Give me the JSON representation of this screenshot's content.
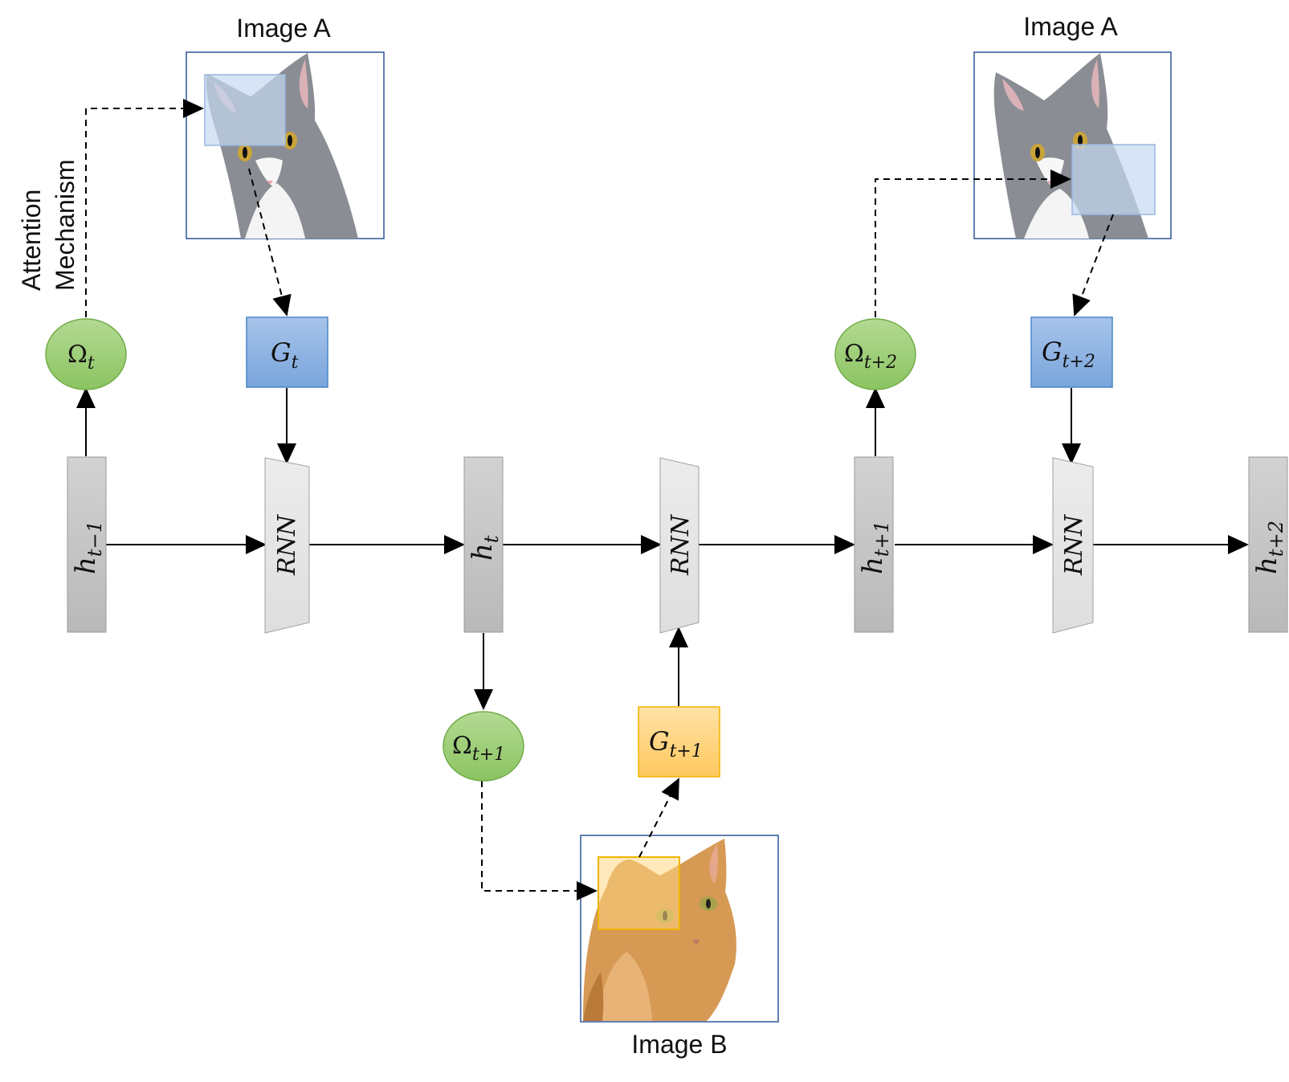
{
  "images": {
    "a1_caption": "Image A",
    "a2_caption": "Image A",
    "b_caption": "Image B"
  },
  "side_label": {
    "line1": "Attention",
    "line2": "Mechanism"
  },
  "states": [
    {
      "base": "h",
      "sub": "t−1"
    },
    {
      "base": "h",
      "sub": "t"
    },
    {
      "base": "h",
      "sub": "t+1"
    },
    {
      "base": "h",
      "sub": "t+2"
    }
  ],
  "rnn": [
    "RNN",
    "RNN",
    "RNN"
  ],
  "omegas": [
    {
      "base": "Ω",
      "sub": "t"
    },
    {
      "base": "Ω",
      "sub": "t+1"
    },
    {
      "base": "Ω",
      "sub": "t+2"
    }
  ],
  "glimpses": [
    {
      "base": "G",
      "sub": "t"
    },
    {
      "base": "G",
      "sub": "t+1"
    },
    {
      "base": "G",
      "sub": "t+2"
    }
  ],
  "colors": {
    "state_fill": "#c4c4c4",
    "rnn_fill": "#e6e6e6",
    "omega_fill": "#9fd07a",
    "omega_stroke": "#70ad47",
    "glimpse_blue": "#8fb3e0",
    "glimpse_blue_stroke": "#4a86c8",
    "glimpse_orange": "#ffd27f",
    "glimpse_orange_stroke": "#f0b400",
    "image_frame": "#2f5597"
  }
}
